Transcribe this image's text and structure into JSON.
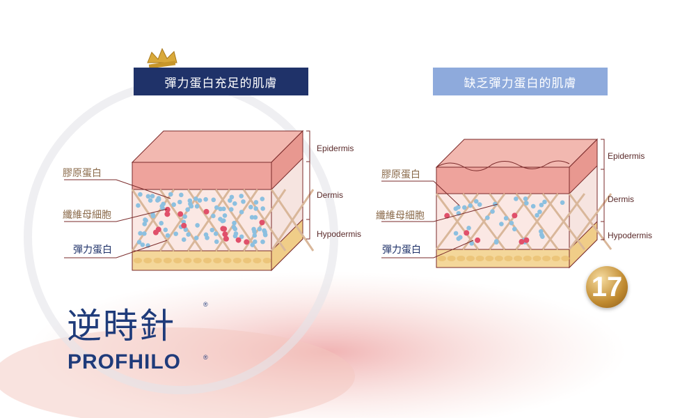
{
  "left_panel": {
    "title": "彈力蛋白充足的肌膚",
    "labels": {
      "collagen": "膠原蛋白",
      "fibroblast": "纖維母細胞",
      "elastin": "彈力蛋白"
    },
    "layers": {
      "epidermis": "Epidermis",
      "dermis": "Dermis",
      "hypodermis": "Hypodermis"
    }
  },
  "right_panel": {
    "title": "缺乏彈力蛋白的肌膚",
    "labels": {
      "collagen": "膠原蛋白",
      "fibroblast": "纖維母細胞",
      "elastin": "彈力蛋白"
    },
    "layers": {
      "epidermis": "Epidermis",
      "dermis": "Dermis",
      "hypodermis": "Hypodermis"
    }
  },
  "brand": {
    "chinese_name": "逆時針",
    "english_name": "PROFHILO",
    "registered": "®",
    "badge_number": "17"
  },
  "colors": {
    "navy": "#1f3269",
    "light_blue": "#8eaadc",
    "elastin_dot": "#8cc0e0",
    "fibroblast_dot": "#e0506a"
  }
}
